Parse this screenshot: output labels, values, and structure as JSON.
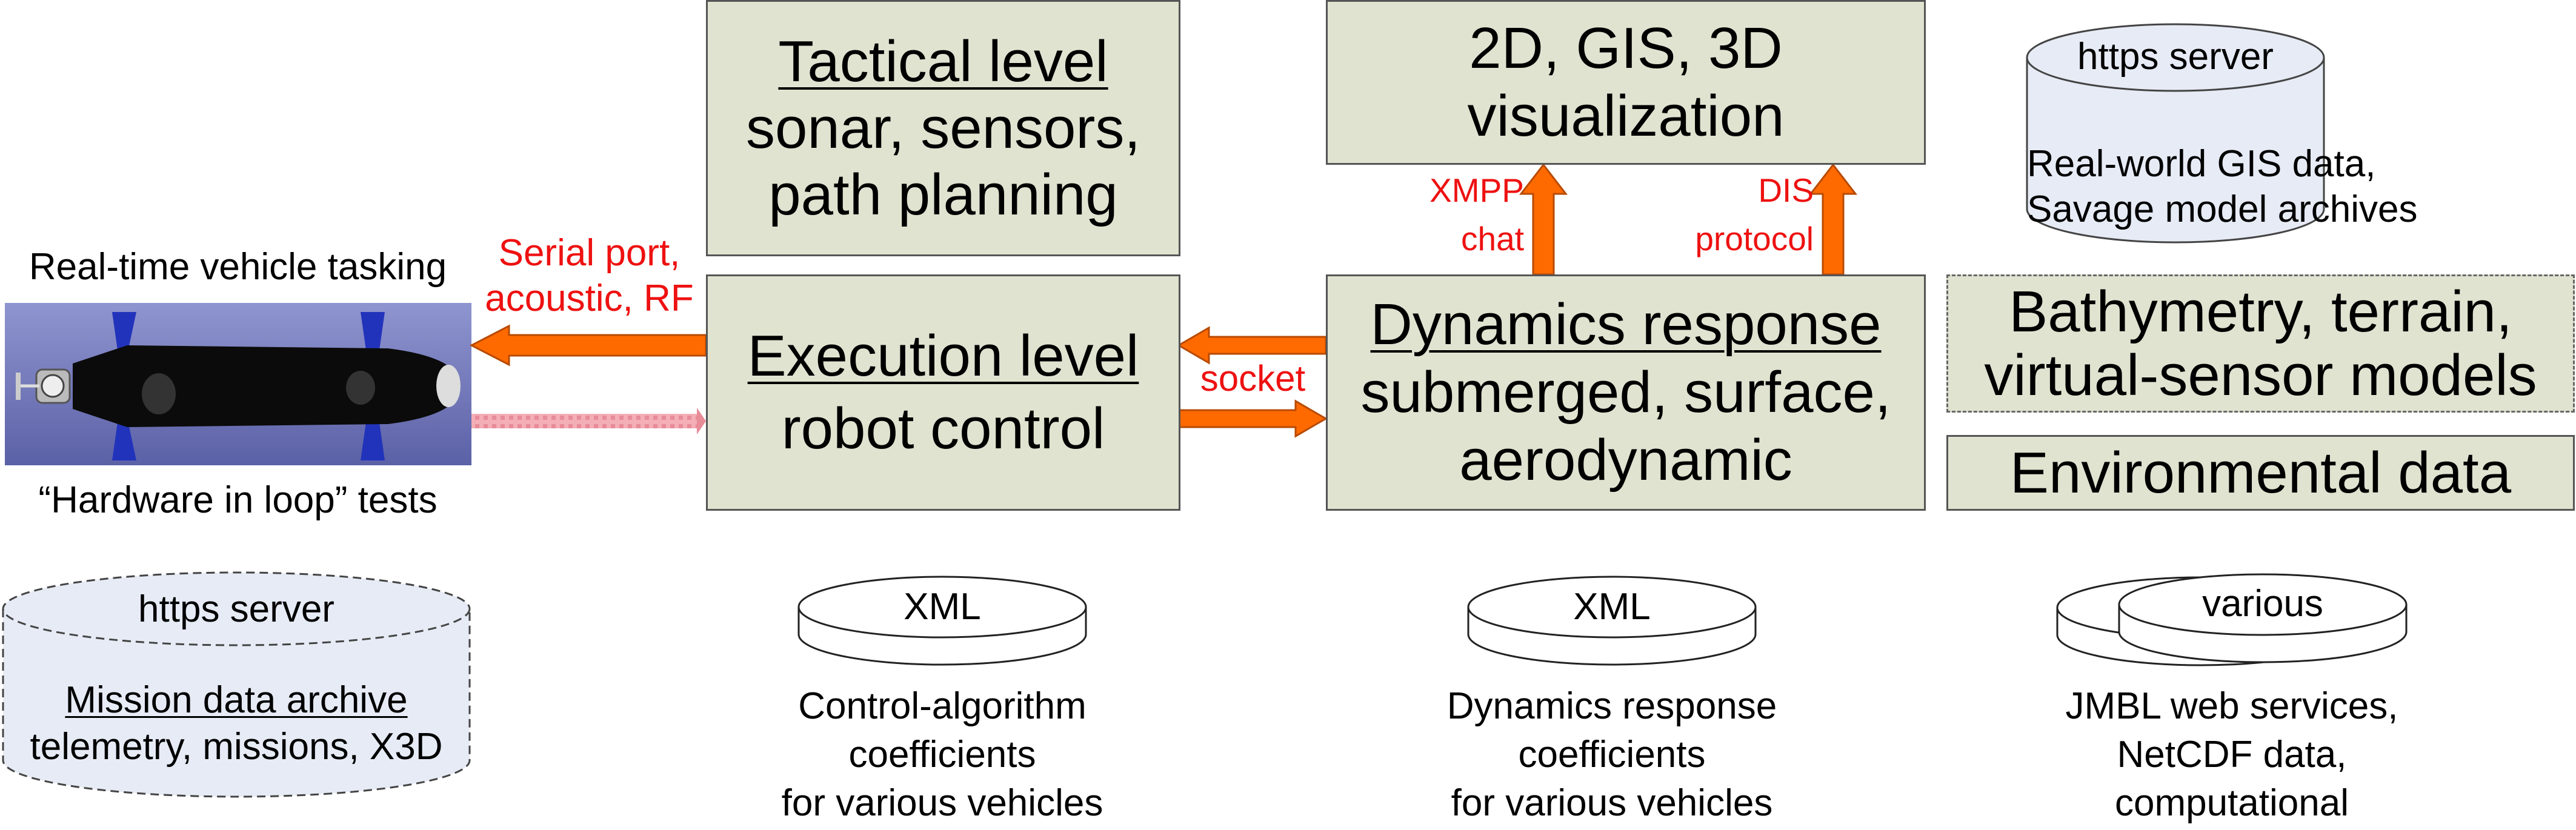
{
  "colors": {
    "box_fill": "#dfe3d0",
    "box_border": "#555555",
    "cylinder_fill": "#e6ebf5",
    "arrow": "#ff6a00",
    "arrow_border": "#b84a00",
    "label_red": "#ee1111",
    "dotted_link": "#f4aeb6"
  },
  "tactical": {
    "title": "Tactical level",
    "line1": "sonar, sensors,",
    "line2": "path planning"
  },
  "visualization": {
    "line1": "2D, GIS, 3D",
    "line2": "visualization"
  },
  "execution": {
    "title": "Execution level",
    "line1": "robot control"
  },
  "dynamics": {
    "title": "Dynamics response",
    "line1": "submerged, surface,",
    "line2": "aerodynamic"
  },
  "bathymetry": {
    "line1": "Bathymetry, terrain,",
    "line2": "virtual-sensor models"
  },
  "environmental": {
    "label": "Environmental data"
  },
  "server_right": {
    "title": "https server",
    "line1": "Real-world GIS data,",
    "line2": "Savage model archives"
  },
  "server_left": {
    "title": "https server",
    "underlined": "Mission data archive",
    "line1": "telemetry, missions, X3D"
  },
  "vehicle": {
    "caption_top": "Real-time vehicle tasking",
    "caption_bottom": "“Hardware in loop” tests",
    "icon": "auv-vehicle-image"
  },
  "arrows": {
    "serial_line1": "Serial port,",
    "serial_line2": "acoustic, RF",
    "socket": "socket",
    "xmpp_line1": "XMPP",
    "xmpp_line2": "chat",
    "dis_line1": "DIS",
    "dis_line2": "protocol"
  },
  "disks": {
    "control": {
      "label": "XML",
      "line1": "Control-algorithm",
      "line2": "coefficients",
      "line3": "for various vehicles"
    },
    "dynamics": {
      "label": "XML",
      "line1": "Dynamics response",
      "line2": "coefficients",
      "line3": "for various vehicles"
    },
    "various": {
      "label": "various",
      "line1": "JMBL web services,",
      "line2": "NetCDF data,",
      "line3": "computational"
    }
  }
}
